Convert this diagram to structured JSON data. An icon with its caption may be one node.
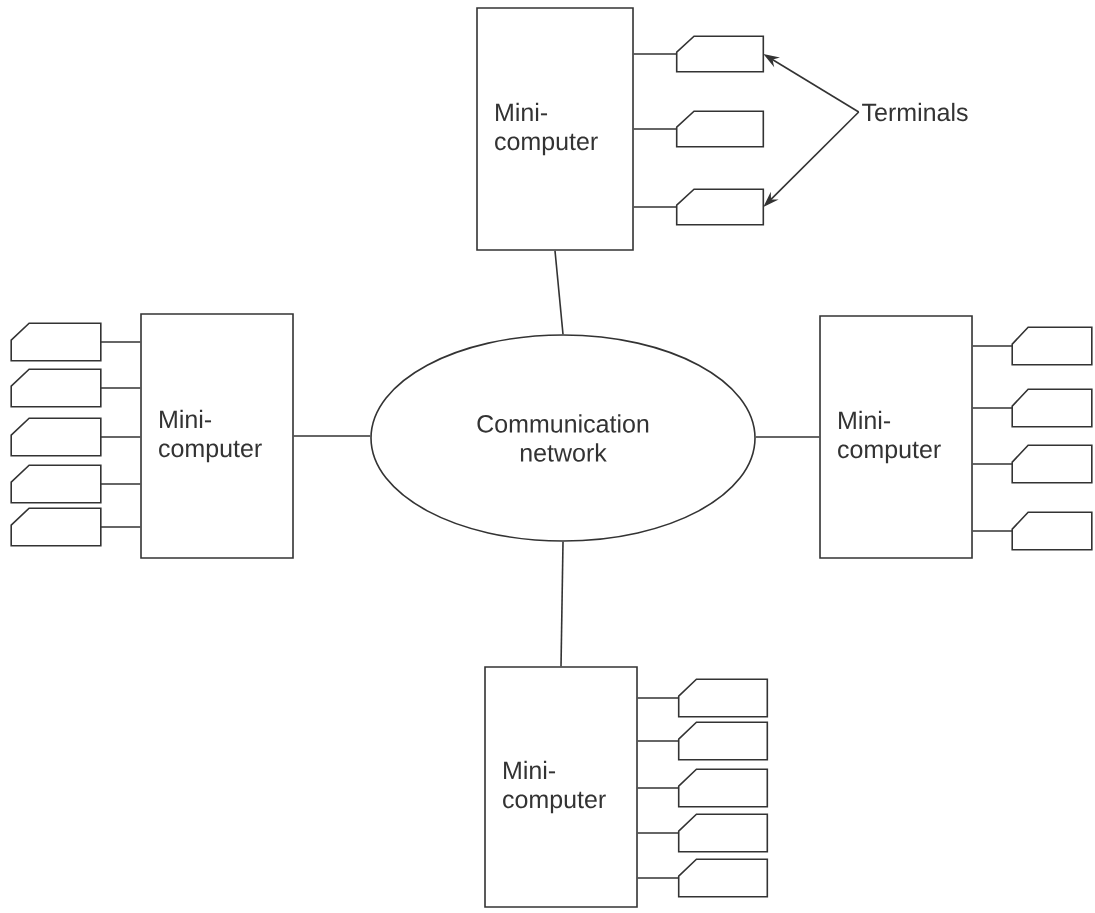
{
  "diagram": {
    "nodes": [
      {
        "text": [
          "Communication network"
        ]
      },
      {
        "text": [
          "Mini- computer"
        ]
      },
      {
        "text": [],
        "shape": "terminal"
      },
      {
        "text": [],
        "shape": "terminal"
      },
      {
        "text": [],
        "shape": "terminal"
      },
      {
        "text": [
          "Terminals"
        ]
      },
      {
        "text": [
          "Mini- computer"
        ]
      },
      {
        "text": [],
        "shape": "terminal"
      },
      {
        "text": [],
        "shape": "terminal"
      },
      {
        "text": [],
        "shape": "terminal"
      },
      {
        "text": [],
        "shape": "terminal"
      },
      {
        "text": [],
        "shape": "terminal"
      },
      {
        "text": [
          "Mini- computer"
        ]
      },
      {
        "text": [],
        "shape": "terminal"
      },
      {
        "text": [],
        "shape": "terminal"
      },
      {
        "text": [],
        "shape": "terminal"
      },
      {
        "text": [],
        "shape": "terminal"
      },
      {
        "text": [
          "Mini- computer"
        ]
      },
      {
        "text": [],
        "shape": "terminal"
      },
      {
        "text": [],
        "shape": "terminal"
      },
      {
        "text": [],
        "shape": "terminal"
      },
      {
        "text": [],
        "shape": "terminal"
      },
      {
        "text": [],
        "shape": "terminal"
      }
    ],
    "edges": [
      {
        "from": 0,
        "to": 1,
        "arrow": "none"
      },
      {
        "from": 0,
        "to": 6,
        "arrow": "none"
      },
      {
        "from": 0,
        "to": 12,
        "arrow": "none"
      },
      {
        "from": 0,
        "to": 17,
        "arrow": "none"
      },
      {
        "from": 1,
        "to": 2,
        "arrow": "none"
      },
      {
        "from": 1,
        "to": 3,
        "arrow": "none"
      },
      {
        "from": 1,
        "to": 4,
        "arrow": "none"
      },
      {
        "from": 5,
        "to": 2,
        "arrow": "to"
      },
      {
        "from": 5,
        "to": 4,
        "arrow": "to"
      },
      {
        "from": 6,
        "to": 7,
        "arrow": "none"
      },
      {
        "from": 6,
        "to": 8,
        "arrow": "none"
      },
      {
        "from": 6,
        "to": 9,
        "arrow": "none"
      },
      {
        "from": 6,
        "to": 10,
        "arrow": "none"
      },
      {
        "from": 6,
        "to": 11,
        "arrow": "none"
      },
      {
        "from": 12,
        "to": 13,
        "arrow": "none"
      },
      {
        "from": 12,
        "to": 14,
        "arrow": "none"
      },
      {
        "from": 12,
        "to": 15,
        "arrow": "none"
      },
      {
        "from": 12,
        "to": 16,
        "arrow": "none"
      },
      {
        "from": 17,
        "to": 18,
        "arrow": "none"
      },
      {
        "from": 17,
        "to": 19,
        "arrow": "none"
      },
      {
        "from": 17,
        "to": 20,
        "arrow": "none"
      },
      {
        "from": 17,
        "to": 21,
        "arrow": "none"
      },
      {
        "from": 17,
        "to": 22,
        "arrow": "none"
      }
    ]
  }
}
